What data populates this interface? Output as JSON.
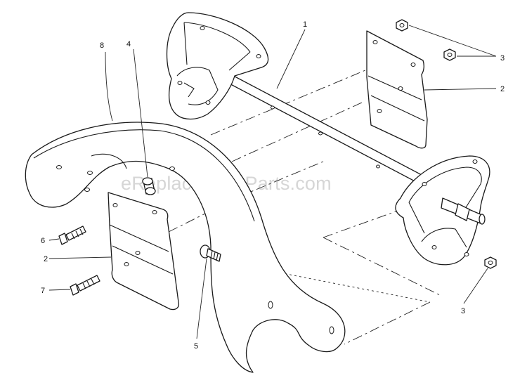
{
  "watermark": "eReplacementParts.com",
  "callouts": [
    {
      "id": "c1",
      "label": "1"
    },
    {
      "id": "c2a",
      "label": "2"
    },
    {
      "id": "c2b",
      "label": "2"
    },
    {
      "id": "c3a",
      "label": "3"
    },
    {
      "id": "c3b",
      "label": "3"
    },
    {
      "id": "c4",
      "label": "4"
    },
    {
      "id": "c5",
      "label": "5"
    },
    {
      "id": "c6",
      "label": "6"
    },
    {
      "id": "c7",
      "label": "7"
    },
    {
      "id": "c8",
      "label": "8"
    }
  ]
}
